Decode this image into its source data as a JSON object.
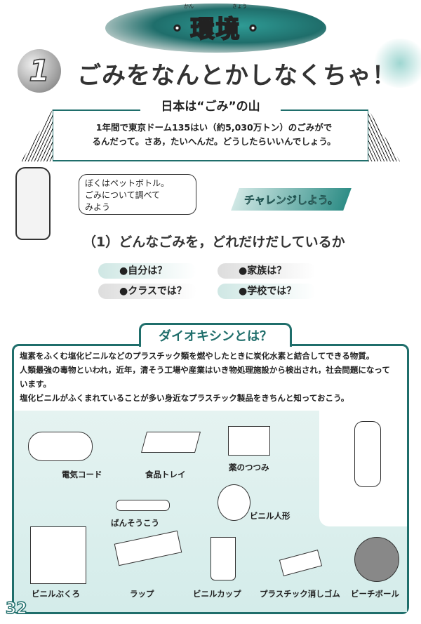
{
  "header": {
    "banner": "・環境・",
    "ruby": [
      "かん",
      "きょう"
    ]
  },
  "lesson": {
    "number": "1",
    "title": "ごみをなんとかしなくちゃ！"
  },
  "info_box": {
    "title": "日本は“ごみ”の山",
    "lines": [
      "1年間で東京ドーム135はい（約5,030万トン）のごみがで",
      "るんだって。さあ，たいへんだ。どうしたらいいんでしょう。"
    ]
  },
  "bubble": {
    "lines": [
      "ぼくはペットボトル。",
      "ごみについて調べて",
      "みよう"
    ]
  },
  "challenge": "チャレンジしよう。",
  "question": "（1）どんなごみを，どれだけだしているか",
  "options": [
    "●自分は？",
    "●家族は？",
    "●クラスでは？",
    "●学校では？"
  ],
  "dioxin": {
    "title": "ダイオキシンとは？",
    "lines": [
      "塩素をふくむ塩化ビニルなどのプラスチック類を燃やしたときに炭化水素と結合してできる物質。",
      "人類最強の毒物といわれ，近年，清そう工場や産業はいき物処理施設から検出され，社会問題になって",
      "います。",
      "塩化ビニルがふくまれていることが多い身近なプラスチック製品をきちんと知っておこう。"
    ]
  },
  "items": [
    "電気コード",
    "食品トレイ",
    "薬のつつみ",
    "ばんそうこう",
    "ビニル人形",
    "ビニルぶくろ",
    "ラップ",
    "ビニルカップ",
    "プラスチック消しゴム",
    "ビーチボール"
  ],
  "page_number": "32",
  "colors": {
    "accent": "#1f6e6b",
    "light": "#d4ecea"
  }
}
